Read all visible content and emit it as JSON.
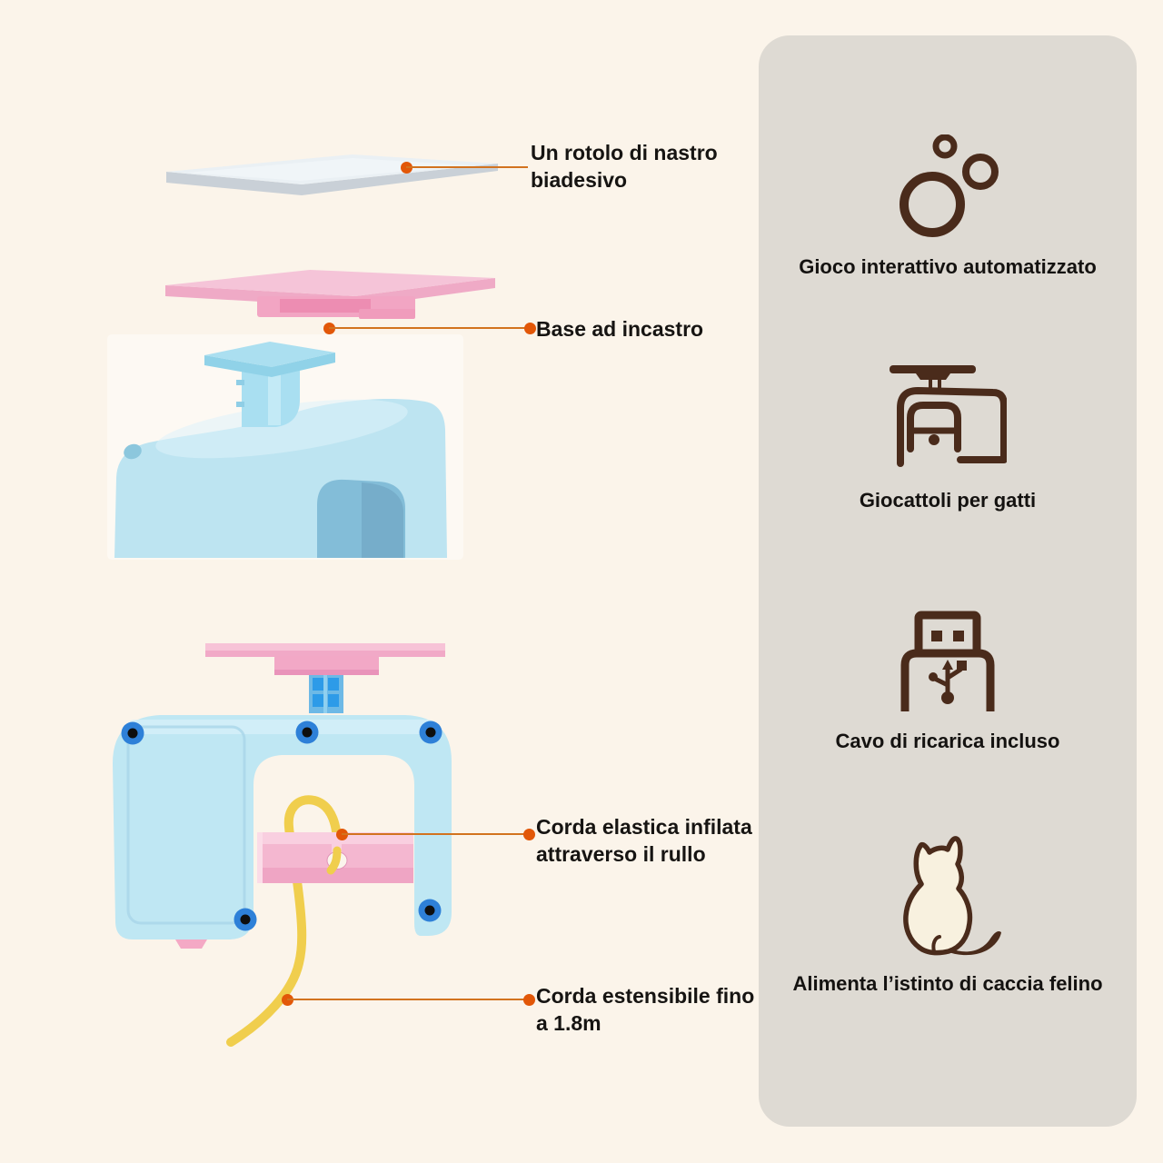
{
  "colors": {
    "background": "#FBF4EA",
    "panel_background": "#DEDAD3",
    "icon_brown": "#4A2B1B",
    "leader_dot_orange": "#E25708",
    "leader_line_orange": "#D2731F",
    "label_text": "#161412",
    "product_blue": "#BDE4F1",
    "product_pink": "#F5C4D8",
    "cord_yellow": "#F0CE4D"
  },
  "annotations": [
    {
      "lines": [
        "Un rotolo di nastro",
        "biadesivo"
      ]
    },
    {
      "lines": [
        "Base ad incastro"
      ]
    },
    {
      "lines": [
        "Corda elastica infilata",
        "attraverso il rullo"
      ]
    },
    {
      "lines": [
        "Corda estensibile fino",
        "a 1.8m"
      ]
    }
  ],
  "features": [
    {
      "icon": "bubbles-icon",
      "label": "Gioco interattivo automatizzato"
    },
    {
      "icon": "cat-toy-under-table-icon",
      "label": "Giocattoli per gatti"
    },
    {
      "icon": "usb-plug-icon",
      "label": "Cavo di ricarica incluso"
    },
    {
      "icon": "sitting-cat-icon",
      "label": "Alimenta l’istinto di caccia felino"
    }
  ]
}
